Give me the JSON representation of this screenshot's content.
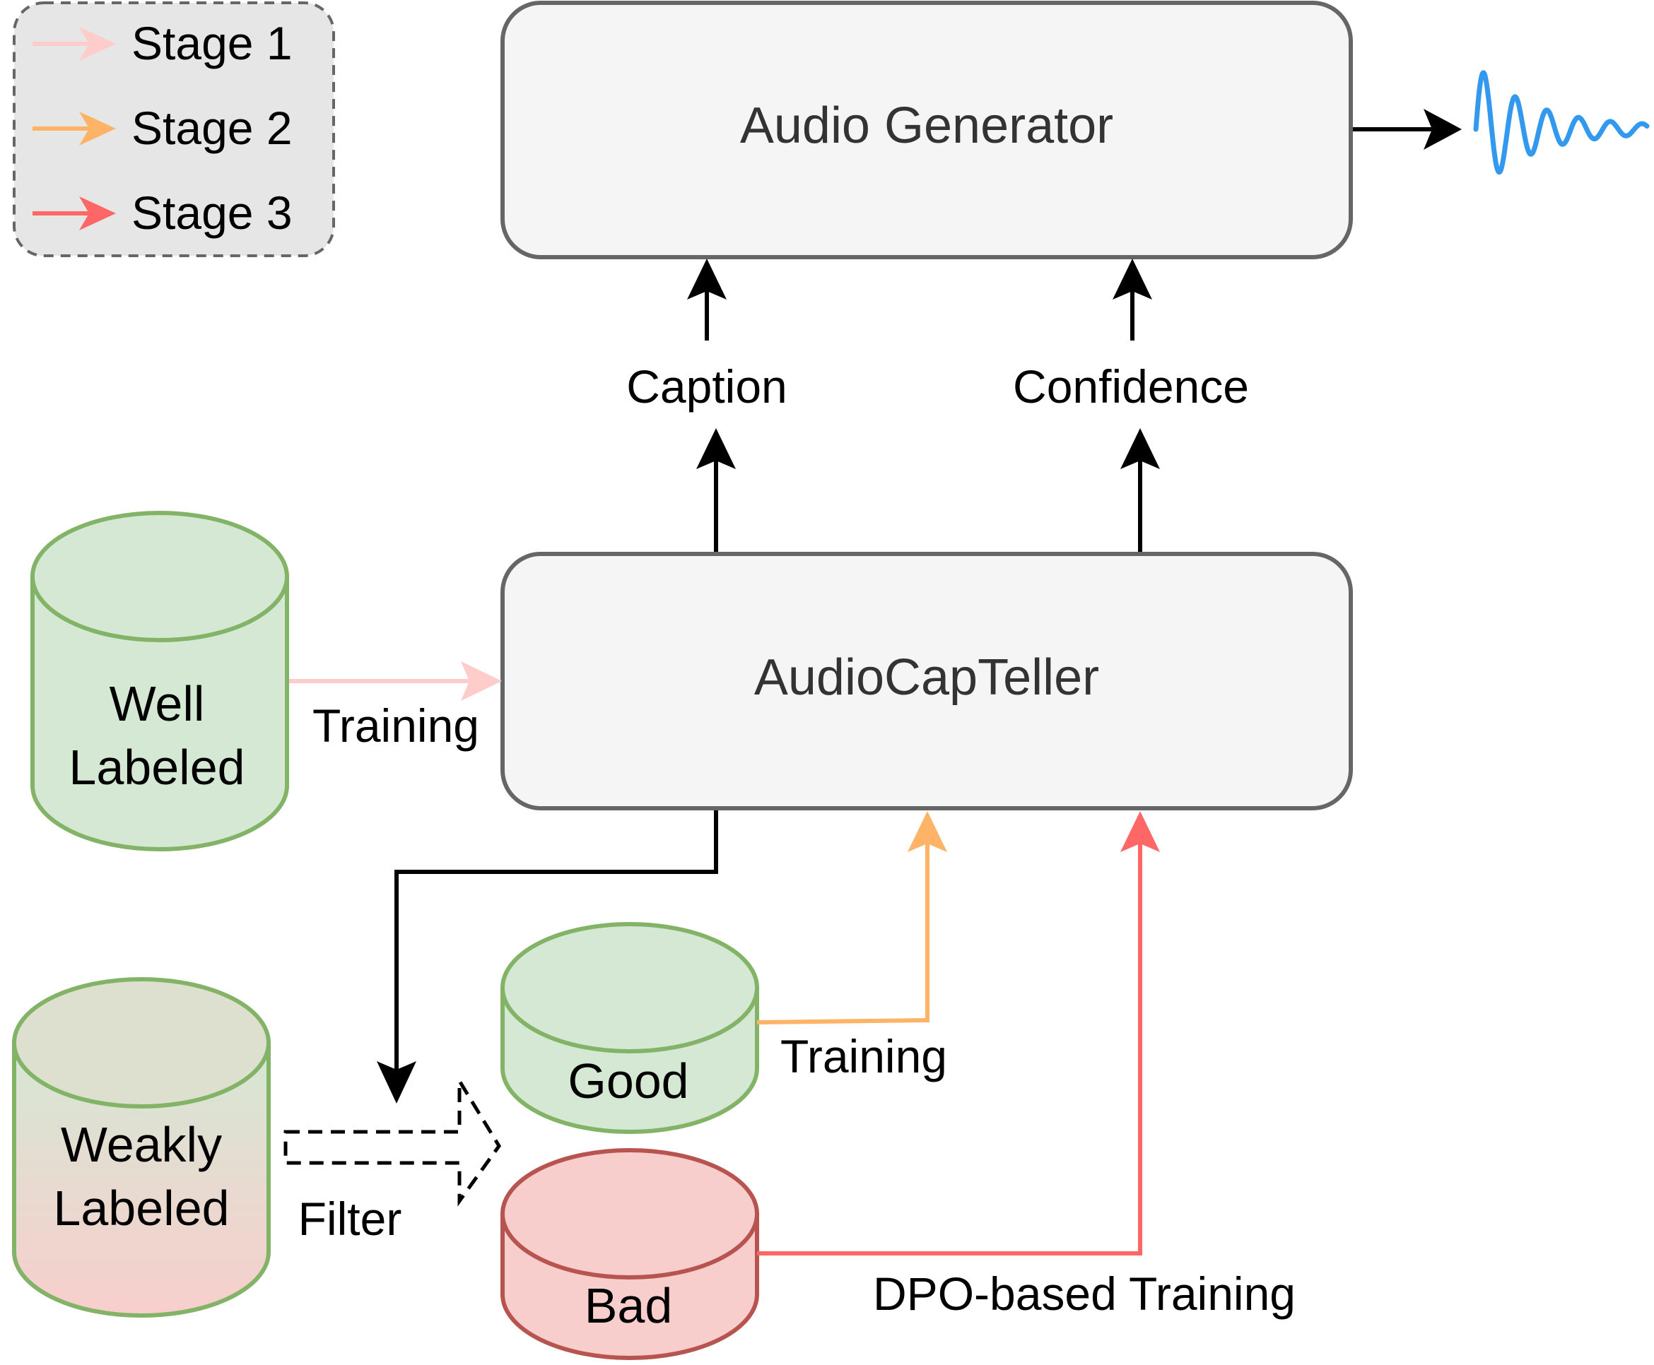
{
  "legend": {
    "items": [
      {
        "label": "Stage 1",
        "color": "#ffcccc"
      },
      {
        "label": "Stage 2",
        "color": "#ffb366"
      },
      {
        "label": "Stage 3",
        "color": "#ff6666"
      }
    ]
  },
  "boxes": {
    "generator": "Audio Generator",
    "captioner": "AudioCapTeller"
  },
  "outputs": {
    "caption": "Caption",
    "confidence": "Confidence"
  },
  "datasets": {
    "well_line1": "Well",
    "well_line2": "Labeled",
    "weak_line1": "Weakly",
    "weak_line2": "Labeled",
    "good": "Good",
    "bad": "Bad"
  },
  "edges": {
    "stage1_training": "Training",
    "stage2_training": "Training",
    "filter": "Filter",
    "dpo_training": "DPO-based Training"
  },
  "icons": {
    "waveform": "audio-waveform-icon"
  },
  "colors": {
    "waveform": "#3399ee",
    "box_fill": "#f5f5f5",
    "box_stroke": "#666666",
    "green_fill": "#d5e8d4",
    "green_stroke": "#82b366",
    "red_fill": "#f8cecc",
    "red_stroke": "#b85450"
  }
}
